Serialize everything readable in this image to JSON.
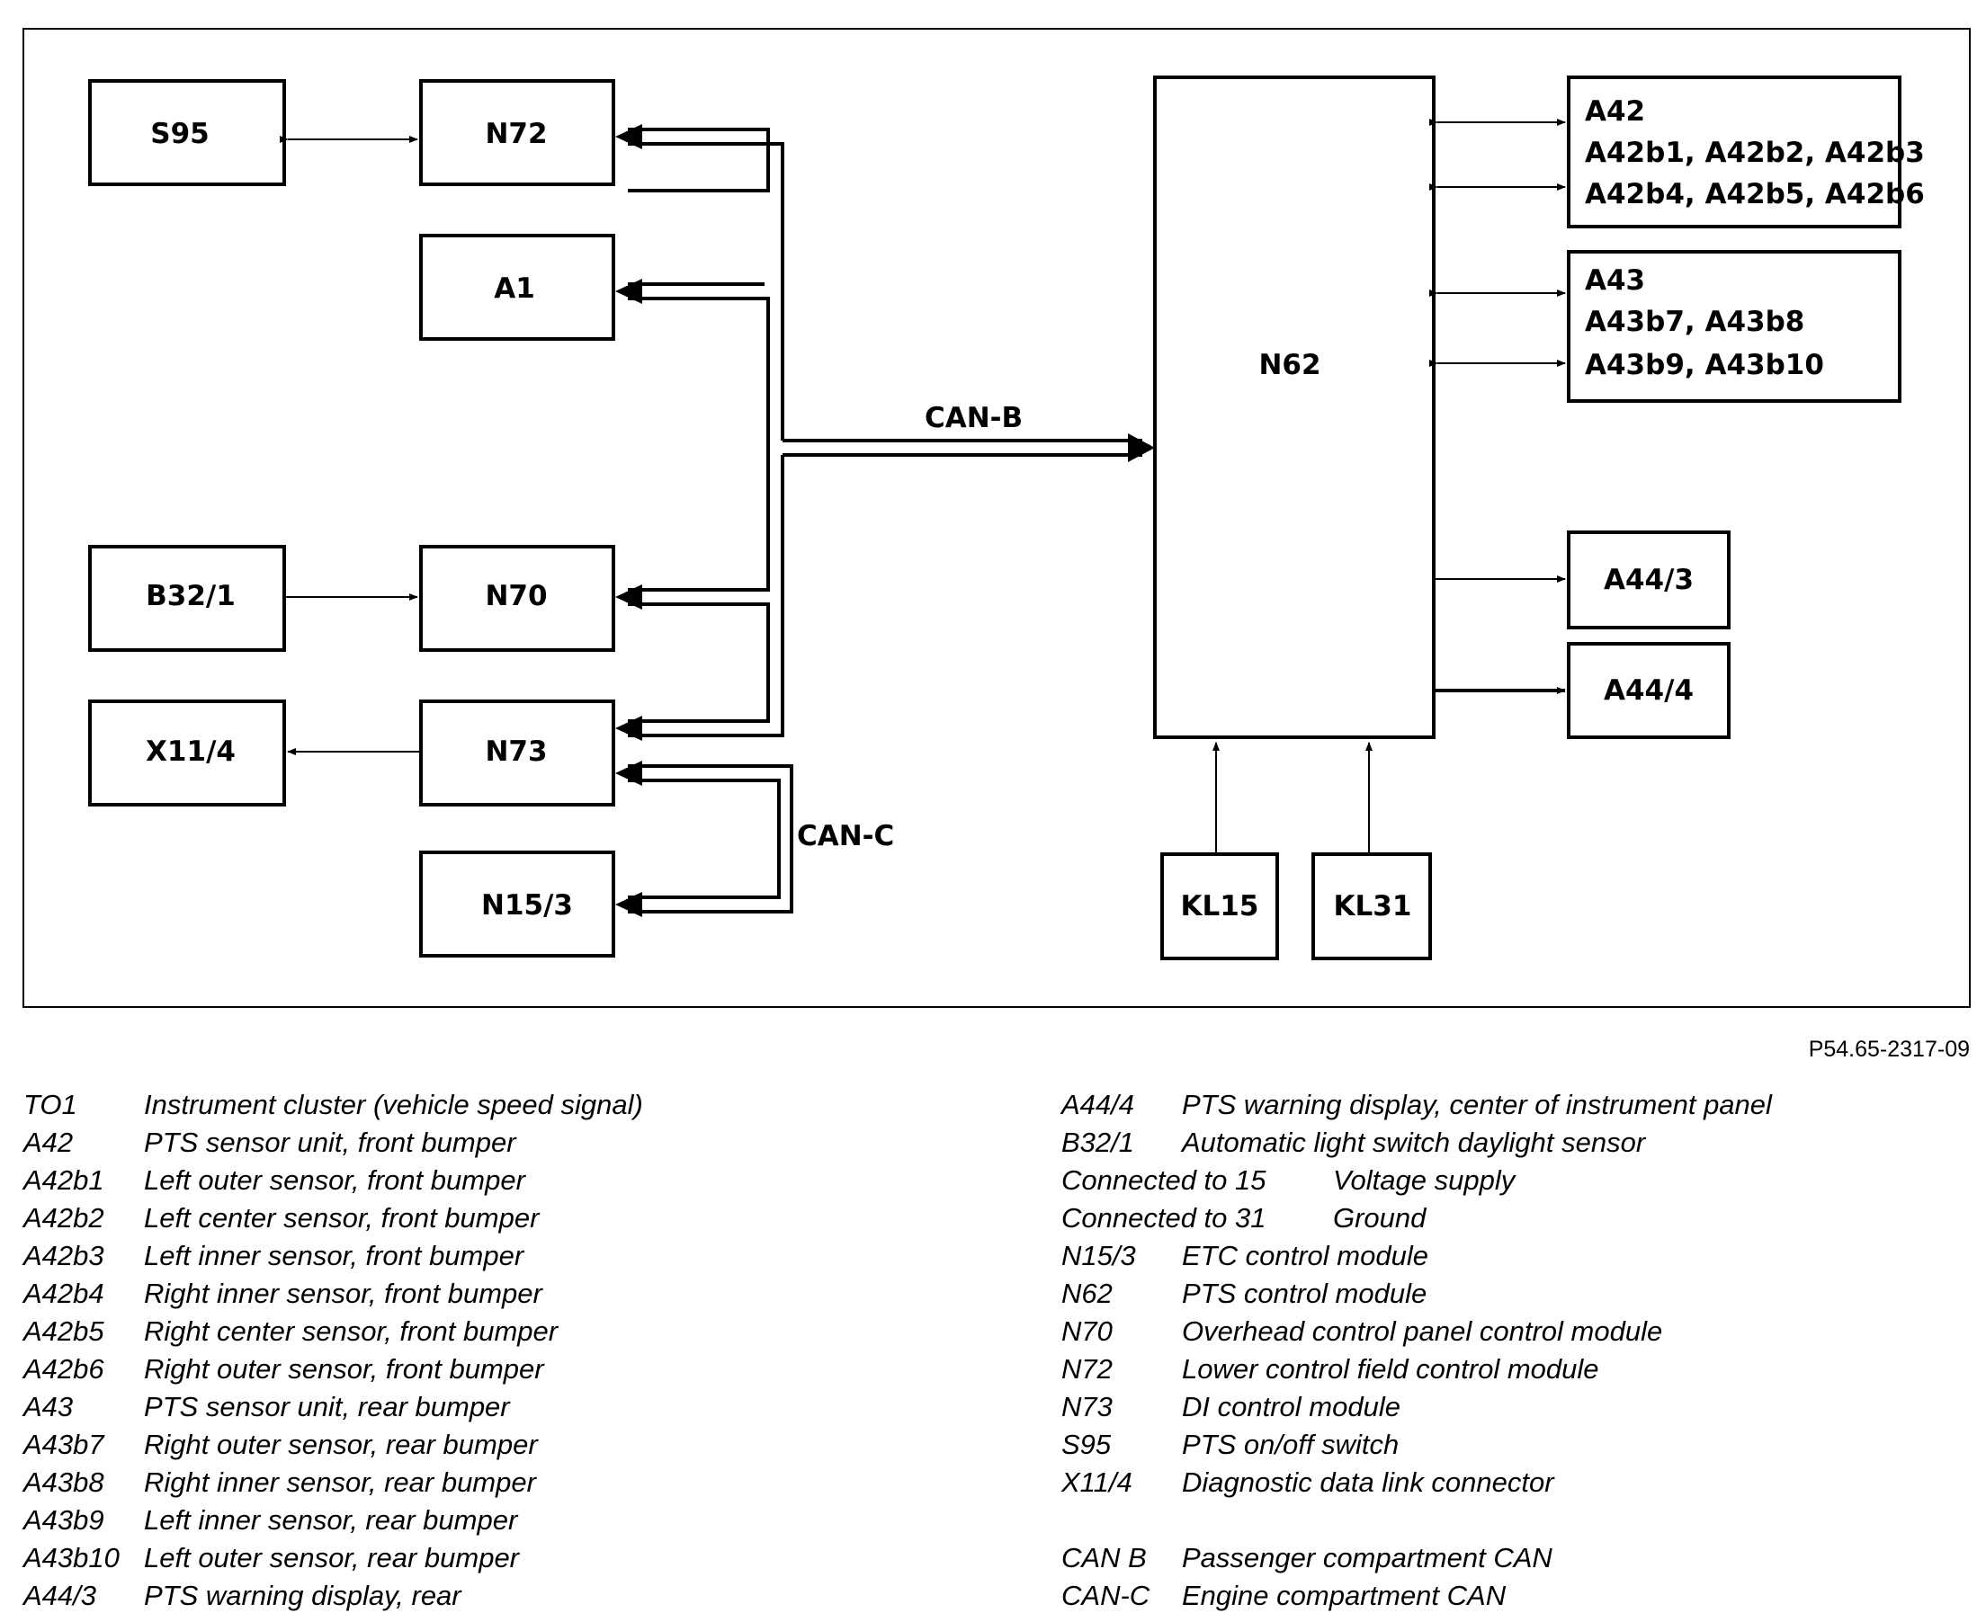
{
  "diagram": {
    "blocks": {
      "s95": "S95",
      "n72": "N72",
      "a1": "A1",
      "b32_1": "B32/1",
      "n70": "N70",
      "x11_4": "X11/4",
      "n73": "N73",
      "n15_3": "N15/3",
      "n62": "N62",
      "a42": [
        "A42",
        "A42b1, A42b2, A42b3",
        "A42b4, A42b5, A42b6"
      ],
      "a43": [
        "A43",
        "A43b7, A43b8",
        "A43b9, A43b10"
      ],
      "a44_3": "A44/3",
      "a44_4": "A44/4",
      "kl15": "KL15",
      "kl31": "KL31"
    },
    "bus_labels": {
      "can_b": "CAN-B",
      "can_c": "CAN-C"
    }
  },
  "reference": "P54.65-2317-09",
  "legend_left": [
    {
      "code": "TO1",
      "desc": "Instrument cluster (vehicle speed signal)"
    },
    {
      "code": "A42",
      "desc": "PTS sensor unit, front bumper"
    },
    {
      "code": "A42b1",
      "desc": "Left outer sensor, front bumper"
    },
    {
      "code": "A42b2",
      "desc": "Left center sensor, front bumper"
    },
    {
      "code": "A42b3",
      "desc": "Left inner sensor, front bumper"
    },
    {
      "code": "A42b4",
      "desc": "Right inner sensor, front bumper"
    },
    {
      "code": "A42b5",
      "desc": "Right center sensor, front bumper"
    },
    {
      "code": "A42b6",
      "desc": "Right outer sensor, front bumper"
    },
    {
      "code": "A43",
      "desc": "PTS sensor unit, rear bumper"
    },
    {
      "code": "A43b7",
      "desc": "Right outer sensor, rear bumper"
    },
    {
      "code": "A43b8",
      "desc": "Right inner sensor, rear bumper"
    },
    {
      "code": "A43b9",
      "desc": "Left inner sensor, rear bumper"
    },
    {
      "code": "A43b10",
      "desc": "Left outer sensor, rear bumper"
    },
    {
      "code": "A44/3",
      "desc": "PTS warning display, rear"
    }
  ],
  "legend_right": [
    {
      "code": "A44/4",
      "desc": "PTS warning display, center of instrument panel"
    },
    {
      "code": "B32/1",
      "desc": "Automatic light switch daylight sensor"
    },
    {
      "code": "Connected to 15",
      "desc": "Voltage supply"
    },
    {
      "code": "Connected to 31",
      "desc": "Ground"
    },
    {
      "code": "N15/3",
      "desc": "ETC control module"
    },
    {
      "code": "N62",
      "desc": "PTS control module"
    },
    {
      "code": "N70",
      "desc": "Overhead control panel control module"
    },
    {
      "code": "N72",
      "desc": "Lower control field control module"
    },
    {
      "code": "N73",
      "desc": "DI control module"
    },
    {
      "code": "S95",
      "desc": "PTS on/off switch"
    },
    {
      "code": "X11/4",
      "desc": "Diagnostic data link connector"
    },
    {
      "code": "",
      "desc": ""
    },
    {
      "code": "CAN B",
      "desc": "Passenger compartment CAN"
    },
    {
      "code": "CAN-C",
      "desc": "Engine compartment CAN"
    }
  ]
}
